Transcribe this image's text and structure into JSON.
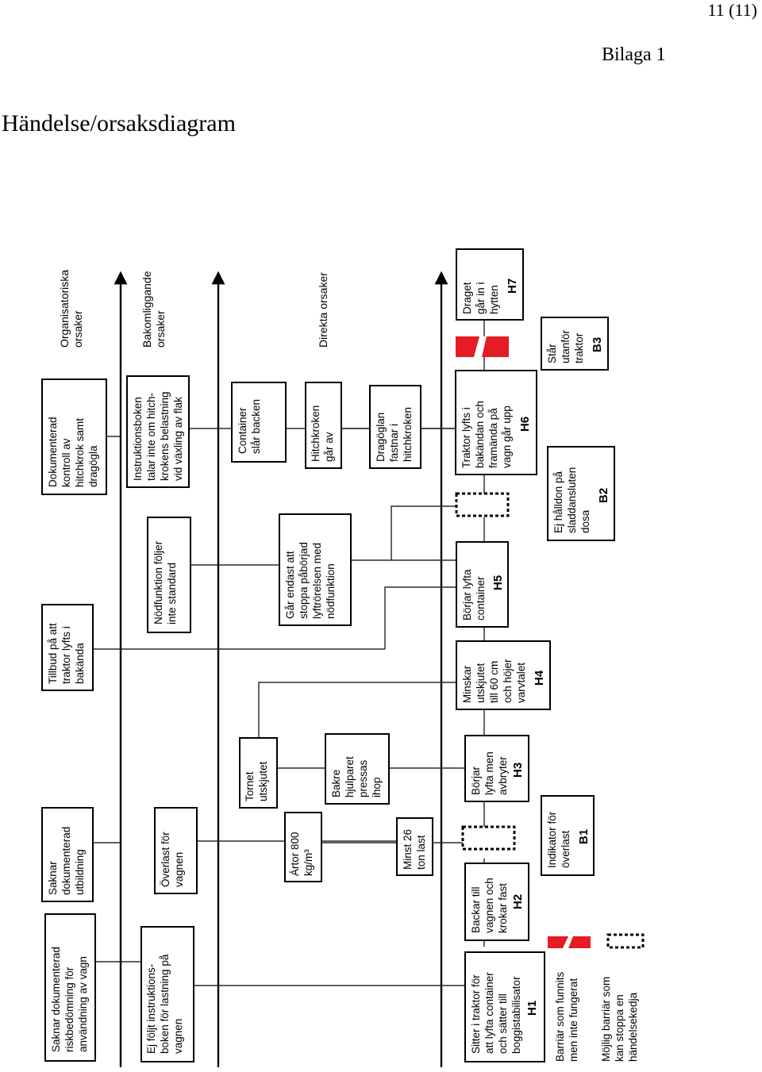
{
  "header": {
    "page_number": "11 (11)",
    "appendix": "Bilaga 1",
    "title": "Händelse/orsaksdiagram"
  },
  "axes": {
    "organisational": [
      "Organisatoriska",
      "orsaker"
    ],
    "underlying": [
      "Bakomliggande",
      "orsaker"
    ],
    "direct": [
      "Direkta orsaker"
    ]
  },
  "organisational_causes": [
    {
      "id": "org1",
      "lines": [
        "Saknar dokumenterad",
        "riskbedömning för",
        "användning av vagn"
      ]
    },
    {
      "id": "org2",
      "lines": [
        "Saknar",
        "dokumenterad",
        "utbildning"
      ]
    },
    {
      "id": "org3",
      "lines": [
        "Tillbud på att",
        "traktor lyfts i",
        "bakända"
      ]
    },
    {
      "id": "org4",
      "lines": [
        "Dokumenterad",
        "kontroll av",
        "hitchkrok samt",
        "dragögla"
      ]
    }
  ],
  "underlying_causes": [
    {
      "id": "und1",
      "lines": [
        "Ej följt instruktions-",
        "boken för lastning på",
        "vagnen"
      ]
    },
    {
      "id": "und2",
      "lines": [
        "Överlast för",
        "vagnen"
      ]
    },
    {
      "id": "und3",
      "lines": [
        "Tornet",
        "utskjutet"
      ]
    },
    {
      "id": "und4",
      "lines": [
        "Nödfunktion följer",
        "inte standard"
      ]
    },
    {
      "id": "und5",
      "lines": [
        "Container",
        "slår backen"
      ]
    },
    {
      "id": "und6",
      "lines": [
        "Instruktionsboken",
        "talar inte om hitch-",
        "krokens belastning",
        "vid växling av flak"
      ]
    }
  ],
  "direct_causes": [
    {
      "id": "dir1",
      "lines": [
        "Ártor 800",
        "kg/m³"
      ]
    },
    {
      "id": "dir2",
      "lines": [
        "Bakre",
        "hjulparet",
        "pressas",
        "ihop"
      ]
    },
    {
      "id": "dir3",
      "lines": [
        "Går endast att",
        "stoppa påbörjad",
        "lyftrörelsen med",
        "nödfunktion"
      ]
    },
    {
      "id": "dir4",
      "lines": [
        "Hitchkroken",
        "går av"
      ]
    },
    {
      "id": "dir5",
      "lines": [
        "Dragöglan",
        "fastnar i",
        "hitchkroken"
      ]
    },
    {
      "id": "dir6",
      "lines": [
        "Minst 26",
        "ton last"
      ]
    }
  ],
  "events": [
    {
      "id": "H1",
      "lines": [
        "Sitter i traktor för",
        "att lyfta container",
        "och sätter till",
        "boggistabilisator"
      ],
      "code": "H1"
    },
    {
      "id": "H2",
      "lines": [
        "Backar till",
        "vagnen och",
        "krokar fast"
      ],
      "code": "H2"
    },
    {
      "id": "H3",
      "lines": [
        "Börjar",
        "lyfta men",
        "avbryter"
      ],
      "code": "H3"
    },
    {
      "id": "H4",
      "lines": [
        "Minskar",
        "utskjutet",
        "till 60 cm",
        "och höjer",
        "varvtalet"
      ],
      "code": "H4"
    },
    {
      "id": "H5",
      "lines": [
        "Börjar lyfta",
        "container"
      ],
      "code": "H5"
    },
    {
      "id": "H6",
      "lines": [
        "Traktor lyfts i",
        "bakändan och",
        "framända på",
        "vagn går upp"
      ],
      "code": "H6"
    },
    {
      "id": "H7",
      "lines": [
        "Draget",
        "går in i",
        "hytten"
      ],
      "code": "H7"
    }
  ],
  "barriers": [
    {
      "id": "B1",
      "lines": [
        "Indikator för",
        "överlast"
      ],
      "code": "B1"
    },
    {
      "id": "B2",
      "lines": [
        "Ej hålldon på",
        "sladdansluten",
        "dosa"
      ],
      "code": "B2"
    },
    {
      "id": "B3",
      "lines": [
        "Står",
        "utanför",
        "traktor"
      ],
      "code": "B3"
    }
  ],
  "legend": {
    "failed": [
      "Barriär som funnits",
      "men inte fungerat"
    ],
    "possible": [
      "Möjlig barriär som",
      "kan stoppa en",
      "händelsekedja"
    ]
  },
  "colors": {
    "failed_barrier": "#e51c23",
    "line": "#000000",
    "background": "#ffffff"
  }
}
